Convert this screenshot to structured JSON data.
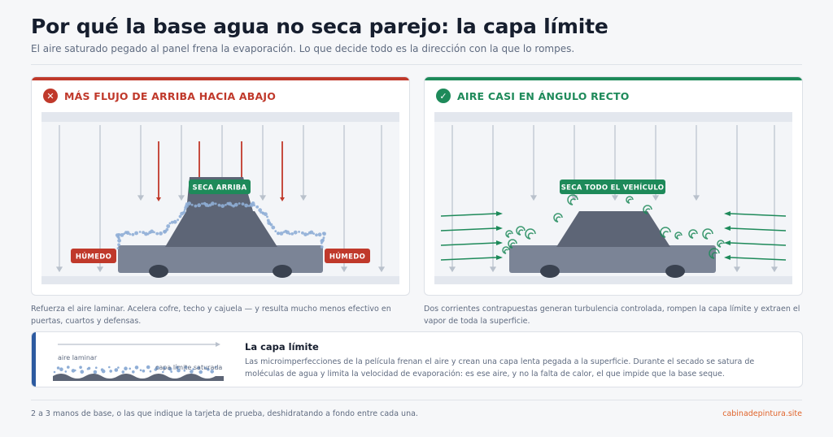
{
  "header": {
    "title": "Por qué la base agua no seca parejo: la capa límite",
    "subtitle": "El aire saturado pegado al panel frena la evaporación. Lo que decide todo es la dirección con la que lo rompes."
  },
  "left_panel": {
    "icon": "cross-icon",
    "icon_glyph": "✕",
    "title": "MÁS FLUJO DE ARRIBA HACIA ABAJO",
    "accent_color": "#c0392b",
    "tag_top": "SECA ARRIBA",
    "tag_left": "HÚMEDO",
    "tag_right": "HÚMEDO",
    "caption": "Refuerza el aire laminar. Acelera cofre, techo y cajuela — y resulta mucho menos efectivo en puertas, cuartos y defensas."
  },
  "right_panel": {
    "icon": "check-icon",
    "icon_glyph": "✓",
    "title": "AIRE CASI EN ÁNGULO RECTO",
    "accent_color": "#1e8a5a",
    "tag_top": "SECA TODO EL VEHÍCULO",
    "caption": "Dos corrientes contrapuestas generan turbulencia controlada, rompen la capa límite y extraen el vapor de toda la superficie."
  },
  "info": {
    "title": "La capa límite",
    "body": "Las microimperfecciones de la película frenan el aire y crean una capa lenta pegada a la superficie. Durante el secado se satura de moléculas de agua y limita la velocidad de evaporación: es ese aire, y no la falta de calor, el que impide que la base seque.",
    "label_laminar": "aire laminar",
    "label_saturated": "capa límite saturada"
  },
  "footer": {
    "note": "2 a 3 manos de base, o las que indique la tarjeta de prueba, deshidratando a fondo entre cada una.",
    "site": "cabinadepintura.site"
  },
  "colors": {
    "red": "#c0392b",
    "green": "#1e8a5a",
    "blue": "#2c5aa0",
    "car_body": "#7b8496",
    "car_cabin": "#5d6576",
    "wheel": "#3a4250",
    "dots": "#8faed6"
  }
}
